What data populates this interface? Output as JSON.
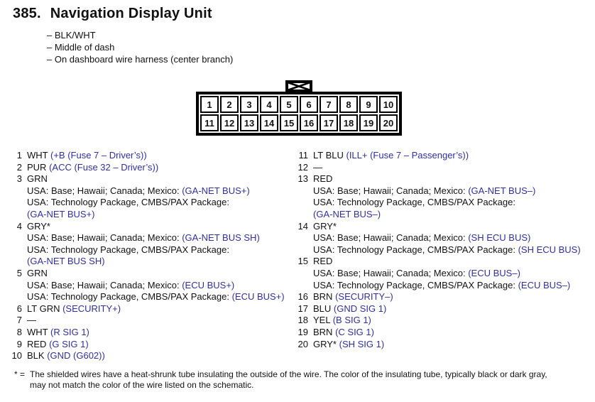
{
  "header": {
    "number": "385.",
    "title": "Navigation Display Unit",
    "notes": [
      "– BLK/WHT",
      "– Middle of dash",
      "– On dashboard wire harness (center branch)"
    ]
  },
  "connector": {
    "rows": [
      [
        "1",
        "2",
        "3",
        "4",
        "5",
        "6",
        "7",
        "8",
        "9",
        "10"
      ],
      [
        "11",
        "12",
        "13",
        "14",
        "15",
        "16",
        "17",
        "18",
        "19",
        "20"
      ]
    ],
    "key_icon": "bowtie-keying-mark"
  },
  "pins_left": [
    {
      "num": "1",
      "lines": [
        [
          {
            "t": "WHT ",
            "c": "black"
          },
          {
            "t": "(+B (Fuse 7 – Driver’s))",
            "c": "blue"
          }
        ]
      ]
    },
    {
      "num": "2",
      "lines": [
        [
          {
            "t": "PUR ",
            "c": "black"
          },
          {
            "t": "(ACC (Fuse 32 – Driver’s))",
            "c": "blue"
          }
        ]
      ]
    },
    {
      "num": "3",
      "lines": [
        [
          {
            "t": "GRN",
            "c": "black"
          }
        ],
        [
          {
            "t": "USA: Base; Hawaii; Canada; Mexico: ",
            "c": "black"
          },
          {
            "t": "(GA-NET BUS+)",
            "c": "blue"
          }
        ],
        [
          {
            "t": "USA: Technology Package, CMBS/PAX Package:",
            "c": "black"
          }
        ],
        [
          {
            "t": "(GA-NET BUS+)",
            "c": "blue"
          }
        ]
      ]
    },
    {
      "num": "4",
      "lines": [
        [
          {
            "t": "GRY*",
            "c": "black"
          }
        ],
        [
          {
            "t": "USA: Base; Hawaii; Canada; Mexico: ",
            "c": "black"
          },
          {
            "t": "(GA-NET BUS SH)",
            "c": "blue"
          }
        ],
        [
          {
            "t": "USA: Technology Package, CMBS/PAX Package:",
            "c": "black"
          }
        ],
        [
          {
            "t": "(GA-NET BUS SH)",
            "c": "blue"
          }
        ]
      ]
    },
    {
      "num": "5",
      "lines": [
        [
          {
            "t": "GRN",
            "c": "black"
          }
        ],
        [
          {
            "t": "USA: Base; Hawaii; Canada; Mexico: ",
            "c": "black"
          },
          {
            "t": "(ECU BUS+)",
            "c": "blue"
          }
        ],
        [
          {
            "t": "USA: Technology Package, CMBS/PAX Package: ",
            "c": "black"
          },
          {
            "t": "(ECU BUS+)",
            "c": "blue"
          }
        ]
      ]
    },
    {
      "num": "6",
      "lines": [
        [
          {
            "t": "LT GRN ",
            "c": "black"
          },
          {
            "t": "(SECURITY+)",
            "c": "blue"
          }
        ]
      ]
    },
    {
      "num": "7",
      "lines": [
        [
          {
            "t": "—",
            "c": "black"
          }
        ]
      ]
    },
    {
      "num": "8",
      "lines": [
        [
          {
            "t": "WHT ",
            "c": "black"
          },
          {
            "t": "(R SIG 1)",
            "c": "blue"
          }
        ]
      ]
    },
    {
      "num": "9",
      "lines": [
        [
          {
            "t": "RED ",
            "c": "black"
          },
          {
            "t": "(G SIG 1)",
            "c": "blue"
          }
        ]
      ]
    },
    {
      "num": "10",
      "lines": [
        [
          {
            "t": "BLK ",
            "c": "black"
          },
          {
            "t": "(GND (G602))",
            "c": "blue"
          }
        ]
      ]
    }
  ],
  "pins_right": [
    {
      "num": "11",
      "lines": [
        [
          {
            "t": "LT BLU ",
            "c": "black"
          },
          {
            "t": "(ILL+ (Fuse 7 – Passenger’s))",
            "c": "blue"
          }
        ]
      ]
    },
    {
      "num": "12",
      "lines": [
        [
          {
            "t": "—",
            "c": "black"
          }
        ]
      ]
    },
    {
      "num": "13",
      "lines": [
        [
          {
            "t": "RED",
            "c": "black"
          }
        ],
        [
          {
            "t": "USA: Base; Hawaii; Canada; Mexico: ",
            "c": "black"
          },
          {
            "t": "(GA-NET BUS–)",
            "c": "blue"
          }
        ],
        [
          {
            "t": "USA: Technology Package, CMBS/PAX Package:",
            "c": "black"
          }
        ],
        [
          {
            "t": "(GA-NET BUS–)",
            "c": "blue"
          }
        ]
      ]
    },
    {
      "num": "14",
      "lines": [
        [
          {
            "t": "GRY*",
            "c": "black"
          }
        ],
        [
          {
            "t": "USA: Base; Hawaii; Canada; Mexico: ",
            "c": "black"
          },
          {
            "t": "(SH ECU BUS)",
            "c": "blue"
          }
        ],
        [
          {
            "t": "USA: Technology Package, CMBS/PAX Package: ",
            "c": "black"
          },
          {
            "t": "(SH ECU BUS)",
            "c": "blue"
          }
        ]
      ]
    },
    {
      "num": "15",
      "lines": [
        [
          {
            "t": "RED",
            "c": "black"
          }
        ],
        [
          {
            "t": "USA: Base; Hawaii; Canada; Mexico: ",
            "c": "black"
          },
          {
            "t": "(ECU BUS–)",
            "c": "blue"
          }
        ],
        [
          {
            "t": "USA: Technology Package, CMBS/PAX Package: ",
            "c": "black"
          },
          {
            "t": "(ECU BUS–)",
            "c": "blue"
          }
        ]
      ]
    },
    {
      "num": "16",
      "lines": [
        [
          {
            "t": "BRN ",
            "c": "black"
          },
          {
            "t": "(SECURITY–)",
            "c": "blue"
          }
        ]
      ]
    },
    {
      "num": "17",
      "lines": [
        [
          {
            "t": "BLU ",
            "c": "black"
          },
          {
            "t": "(GND SIG 1)",
            "c": "blue"
          }
        ]
      ]
    },
    {
      "num": "18",
      "lines": [
        [
          {
            "t": "YEL ",
            "c": "black"
          },
          {
            "t": "(B SIG 1)",
            "c": "blue"
          }
        ]
      ]
    },
    {
      "num": "19",
      "lines": [
        [
          {
            "t": "BRN ",
            "c": "black"
          },
          {
            "t": "(C SIG 1)",
            "c": "blue"
          }
        ]
      ]
    },
    {
      "num": "20",
      "lines": [
        [
          {
            "t": "GRY* ",
            "c": "black"
          },
          {
            "t": "(SH SIG 1)",
            "c": "blue"
          }
        ]
      ]
    }
  ],
  "footnote": {
    "marker": "* =",
    "lines": [
      "The shielded wires have a heat-shrunk tube insulating the outside of the wire. The color of the insulating tube, typically black or dark gray,",
      "may not match the color of the wire listed on the schematic."
    ]
  },
  "colors": {
    "signal_blue": "#2f2fa2",
    "text_black": "#111111"
  }
}
